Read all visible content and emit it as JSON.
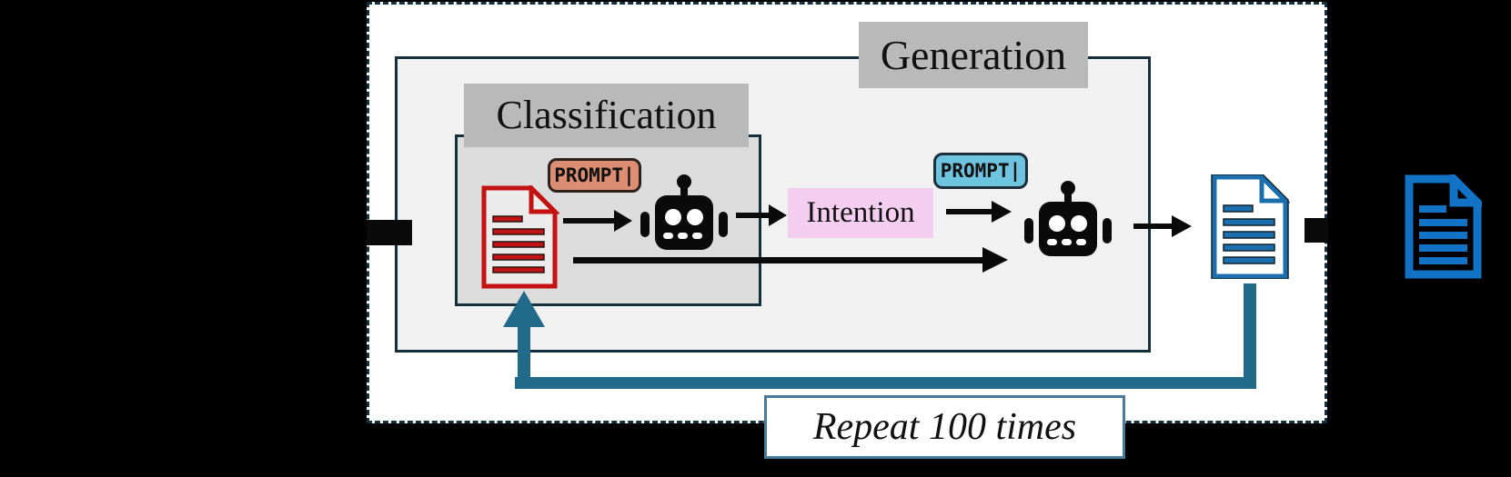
{
  "figure": {
    "stages": {
      "generation": {
        "label": "Generation"
      },
      "classification": {
        "label": "Classification"
      }
    },
    "badges": {
      "classification_prompt": "PROMPT|",
      "generation_prompt": "PROMPT|"
    },
    "intention": {
      "label": "Intention"
    },
    "repeat": {
      "label": "Repeat 100 times"
    }
  },
  "icons": {
    "input_document_icon": "red outlined text document with folded corner",
    "classifier_robot_icon": "black robot head with antenna and ears",
    "generator_robot_icon": "black robot head with antenna and ears",
    "output_document_icon": "blue outlined white text document with folded corner",
    "final_document_icon": "solid blue outlined text document on black",
    "input_arrow_icon": "thick black right arrow",
    "feedback_loop_icon": "teal elbow connector arrow pointing up",
    "exit_arrow_icon": "black stub arrow through dashed border"
  },
  "colors": {
    "background": "#000000",
    "panel_bg": "#ffffff",
    "border_navy": "#14303d",
    "generation_bg": "#f1f1f1",
    "classification_bg": "#dcdcdc",
    "label_bg": "#b9b9b9",
    "prompt_orange_bg": "#dd8d72",
    "prompt_orange_border": "#2b211d",
    "prompt_blue_bg": "#6ec3de",
    "prompt_blue_border": "#1c2f38",
    "intention_bg": "#f4cef0",
    "doc_red": "#c41111",
    "doc_output_blue": "#1b6fae",
    "doc_final_blue": "#1272c6",
    "loop_teal": "#226a89",
    "repeat_border": "#4a7a99",
    "arrow_black": "#0a0a0a"
  }
}
